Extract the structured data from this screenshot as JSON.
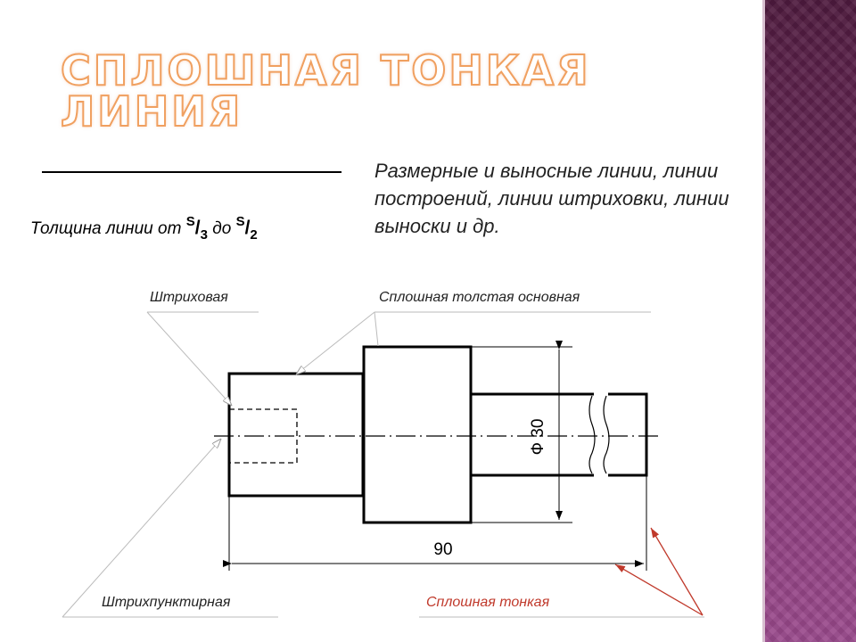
{
  "slide": {
    "title": "СПЛОШНАЯ ТОНКАЯ ЛИНИЯ",
    "thickness": {
      "prefix": "Толщина линии  от",
      "from_num": "S",
      "from_den": "3",
      "mid": "до",
      "to_num": "S",
      "to_den": "2"
    },
    "description": "Размерные и выносные линии, линии построений, линии штриховки, линии выноски и др."
  },
  "drawing": {
    "labels": {
      "dashed": "Штриховая",
      "thick_main": "Сплошная толстая основная",
      "dash_dot": "Штрихпунктирная",
      "thin": "Сплошная тонкая"
    },
    "dimensions": {
      "length": "90",
      "diameter": "Ф 30"
    },
    "colors": {
      "thin_label": "#c0392b",
      "leader_arrows": "#c0392b",
      "title_outline": "#f0a060",
      "side_band": "#6e2a5c"
    }
  }
}
